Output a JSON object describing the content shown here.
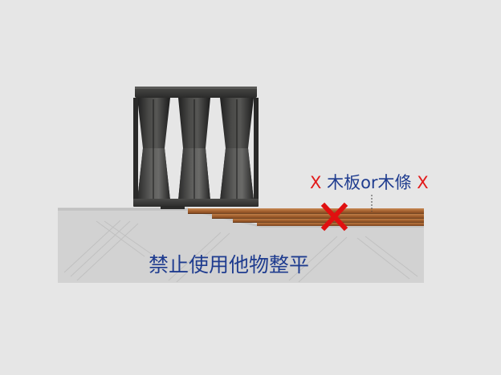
{
  "labels": {
    "x_left": "X",
    "material": "木板or木條",
    "x_right": "X",
    "prohibition": "禁止使用他物整平"
  },
  "icons": {
    "cross_mark": "x-mark-icon"
  },
  "colors": {
    "background": "#e6e6e6",
    "slab": "#d2d2d2",
    "pedestal": "#3a3a38",
    "wood": "#a9683a",
    "cross": "#e01010",
    "text_blue": "#1f3c8f",
    "text_red": "#e21b1b"
  }
}
